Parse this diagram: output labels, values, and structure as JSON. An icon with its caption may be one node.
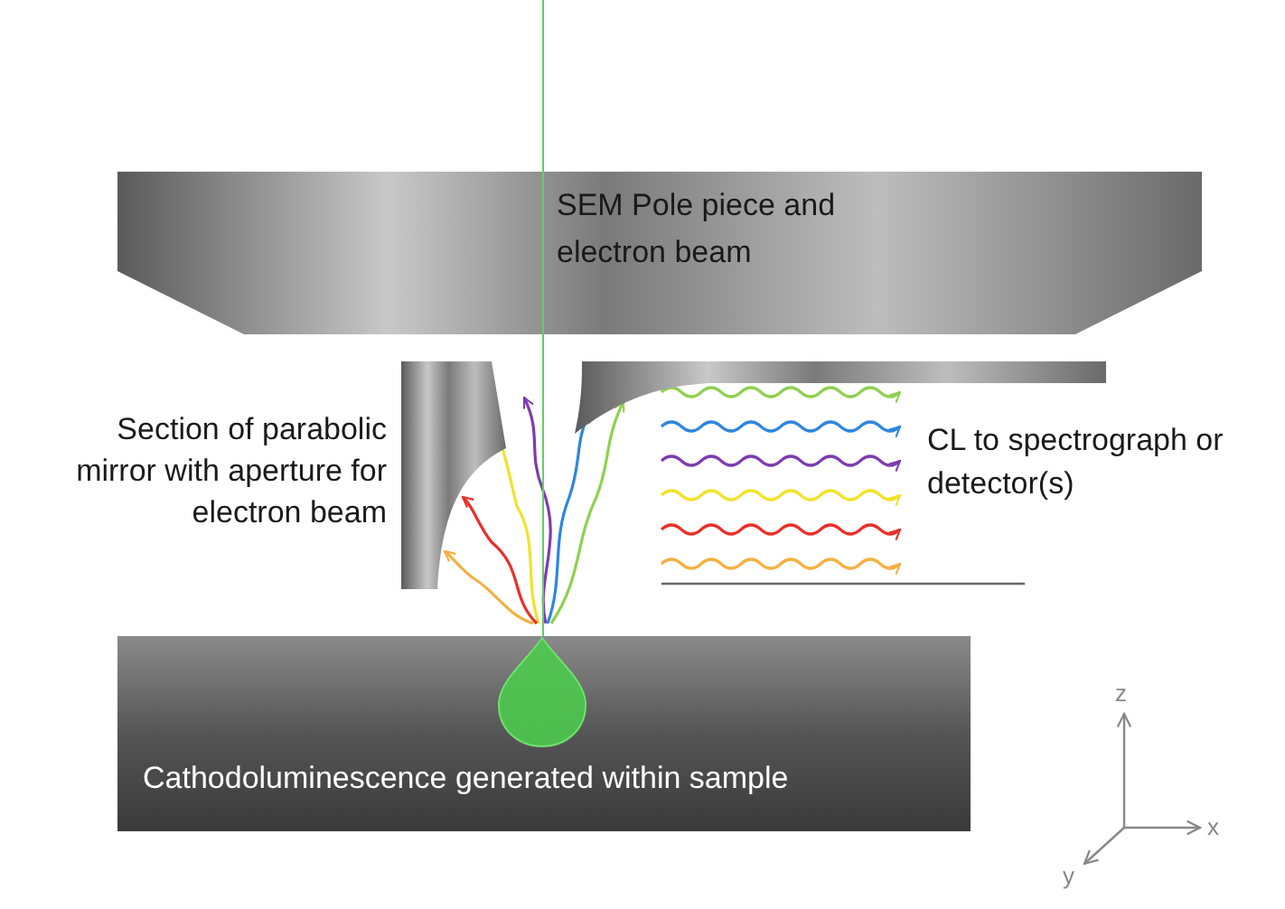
{
  "diagram": {
    "nodes": [
      {
        "text": [
          "SEM Pole piece and electron beam"
        ]
      },
      {
        "text": [],
        "shape": "picture",
        "beside": [
          "Section of parabolic mirror with aperture for electron beam"
        ]
      },
      {
        "text": [
          "Cathodoluminescence generated within sample"
        ]
      }
    ],
    "labels": [
      "CL to spectrograph or detector(s)",
      "z",
      "x",
      "y"
    ]
  }
}
